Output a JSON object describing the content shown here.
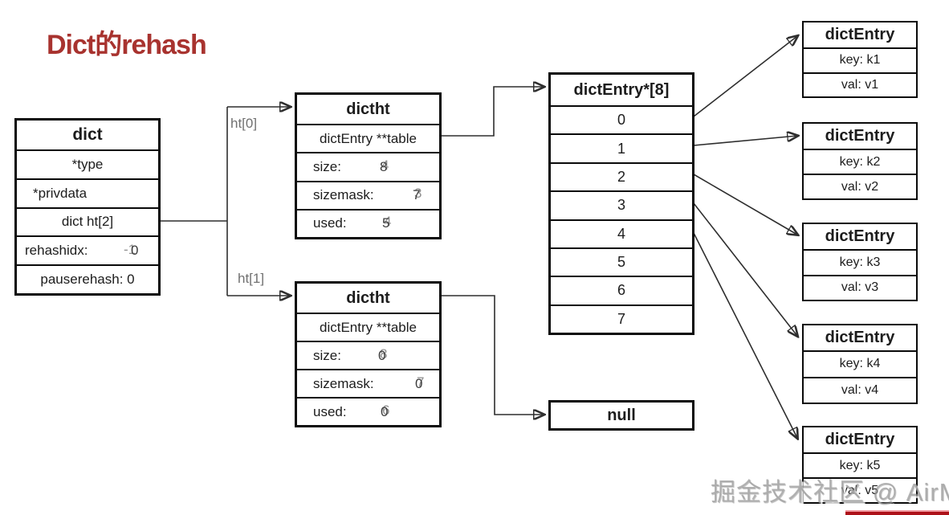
{
  "title": "Dict的rehash",
  "colors": {
    "title": "#a8332f",
    "border": "#0a0a0a",
    "connector": "#2e2e2e",
    "pointer_label": "#707070",
    "ghost_digit": "#8f8f8f",
    "red_bar": "#ad1119"
  },
  "dict": {
    "header": "dict",
    "rows": [
      {
        "label": "*type"
      },
      {
        "label": "*privdata"
      },
      {
        "label": "dict ht[2]"
      },
      {
        "label": "rehashidx:",
        "value": {
          "main": "0",
          "ghost": "-1"
        }
      },
      {
        "label": "pauserehash: 0"
      }
    ]
  },
  "pointer_labels": {
    "ht0": "ht[0]",
    "ht1": "ht[1]"
  },
  "ht0": {
    "header": "dictht",
    "table_row": "dictEntry **table",
    "rows": [
      {
        "label": "size:",
        "value": {
          "main": "8",
          "ghost": "4"
        }
      },
      {
        "label": "sizemask:",
        "value": {
          "main": "7",
          "ghost": "3"
        }
      },
      {
        "label": "used:",
        "value": {
          "main": "5",
          "ghost": "4"
        }
      }
    ]
  },
  "ht1": {
    "header": "dictht",
    "table_row": "dictEntry **table",
    "rows": [
      {
        "label": "size:",
        "value": {
          "main": "0",
          "ghost": "8"
        }
      },
      {
        "label": "sizemask:",
        "value": {
          "main": "0",
          "ghost": "7"
        }
      },
      {
        "label": "used:",
        "value": {
          "main": "0",
          "ghost": "6"
        }
      }
    ]
  },
  "array": {
    "header": "dictEntry*[8]",
    "slots": [
      "0",
      "1",
      "2",
      "3",
      "4",
      "5",
      "6",
      "7"
    ]
  },
  "null_box": {
    "label": "null"
  },
  "entries": [
    {
      "header": "dictEntry",
      "key": "key: k1",
      "val": "val: v1"
    },
    {
      "header": "dictEntry",
      "key": "key: k2",
      "val": "val: v2"
    },
    {
      "header": "dictEntry",
      "key": "key: k3",
      "val": "val: v3"
    },
    {
      "header": "dictEntry",
      "key": "key: k4",
      "val": "val: v4"
    },
    {
      "header": "dictEntry",
      "key": "key: k5",
      "val": "val: v5"
    }
  ],
  "watermark": "掘金技术社区 @ AirMan"
}
